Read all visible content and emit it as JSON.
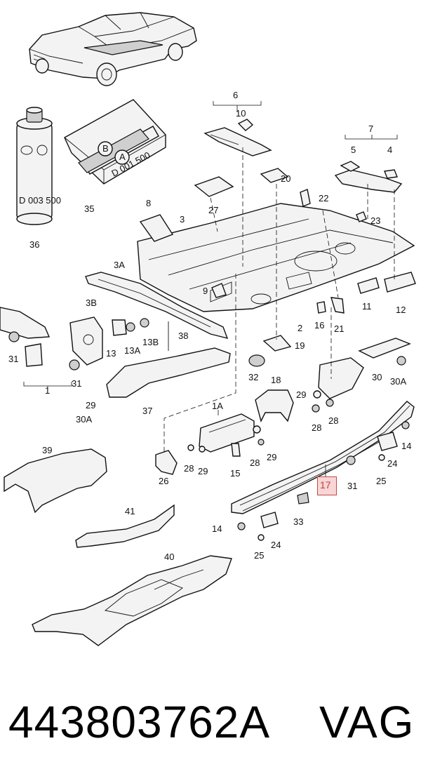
{
  "diagram": {
    "callouts": [
      "6",
      "10",
      "7",
      "5",
      "4",
      "20",
      "27",
      "22",
      "8",
      "3",
      "23",
      "3A",
      "11",
      "12",
      "9",
      "3B",
      "16",
      "21",
      "2",
      "13",
      "13A",
      "13B",
      "38",
      "19",
      "31",
      "1",
      "37",
      "32",
      "18",
      "29",
      "30A",
      "28",
      "30",
      "1A",
      "39",
      "26",
      "15",
      "14",
      "41",
      "17",
      "24",
      "25",
      "33",
      "40",
      "35",
      "36"
    ],
    "highlighted_callout": "17",
    "highlight_color": "#f8d6d6",
    "highlight_border": "#c74848",
    "spray_can_label": "D 003 500",
    "spray_can_callout": "36",
    "kit_label": "D 001 500",
    "kit_callout": "35",
    "tube_labels": [
      "B",
      "A"
    ]
  },
  "footer": {
    "part_number": "443803762A",
    "brand": "VAG"
  }
}
